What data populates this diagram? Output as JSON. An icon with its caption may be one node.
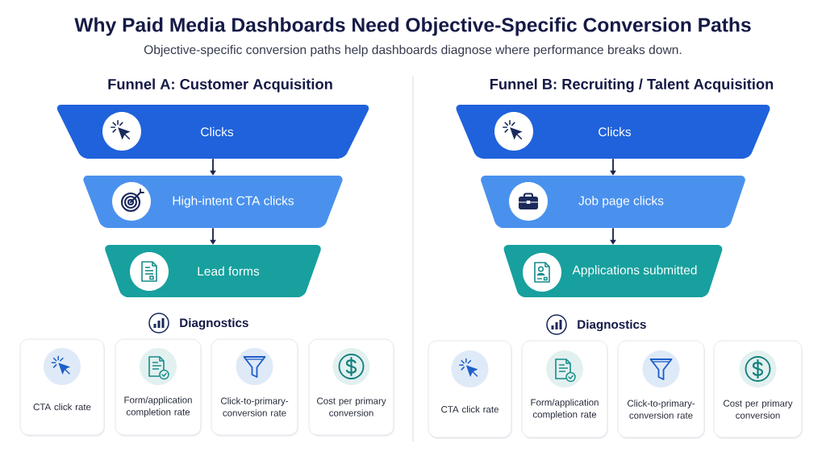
{
  "diagram": {
    "title": "Why Paid Media Dashboards Need Objective-Specific Conversion Paths",
    "nodes": [
      {
        "text": [
          "Clicks"
        ]
      },
      {
        "text": [
          "High-intent CTA clicks"
        ]
      },
      {
        "text": [
          "Lead forms"
        ]
      },
      {
        "text": [
          "CTA click rate"
        ]
      },
      {
        "text": [
          "Form/application completion rate"
        ]
      },
      {
        "text": [
          "Click-to-primary-conversion rate"
        ]
      },
      {
        "text": [
          "Cost per primary conversion"
        ]
      },
      {
        "text": [
          "Clicks"
        ]
      },
      {
        "text": [
          "Job page clicks"
        ]
      },
      {
        "text": [
          "Applications submitted"
        ]
      },
      {
        "text": [
          "CTA click rate"
        ]
      },
      {
        "text": [
          "Form/application completion rate"
        ]
      },
      {
        "text": [
          "Click-to-primary-conversion rate"
        ]
      },
      {
        "text": [
          "Cost per primary conversion"
        ]
      }
    ],
    "edges": [
      {
        "from": 0,
        "to": 1,
        "arrow": "to"
      },
      {
        "from": 1,
        "to": 2,
        "arrow": "to"
      },
      {
        "from": 7,
        "to": 8,
        "arrow": "to"
      },
      {
        "from": 8,
        "to": 9,
        "arrow": "to"
      }
    ],
    "labels": [
      "Objective-specific conversion paths help dashboards diagnose where performance breaks down.",
      "Funnel A: Customer Acquisition",
      "Funnel B: Recruiting / Talent Acquisition",
      "Diagnostics",
      "Diagnostics"
    ]
  }
}
